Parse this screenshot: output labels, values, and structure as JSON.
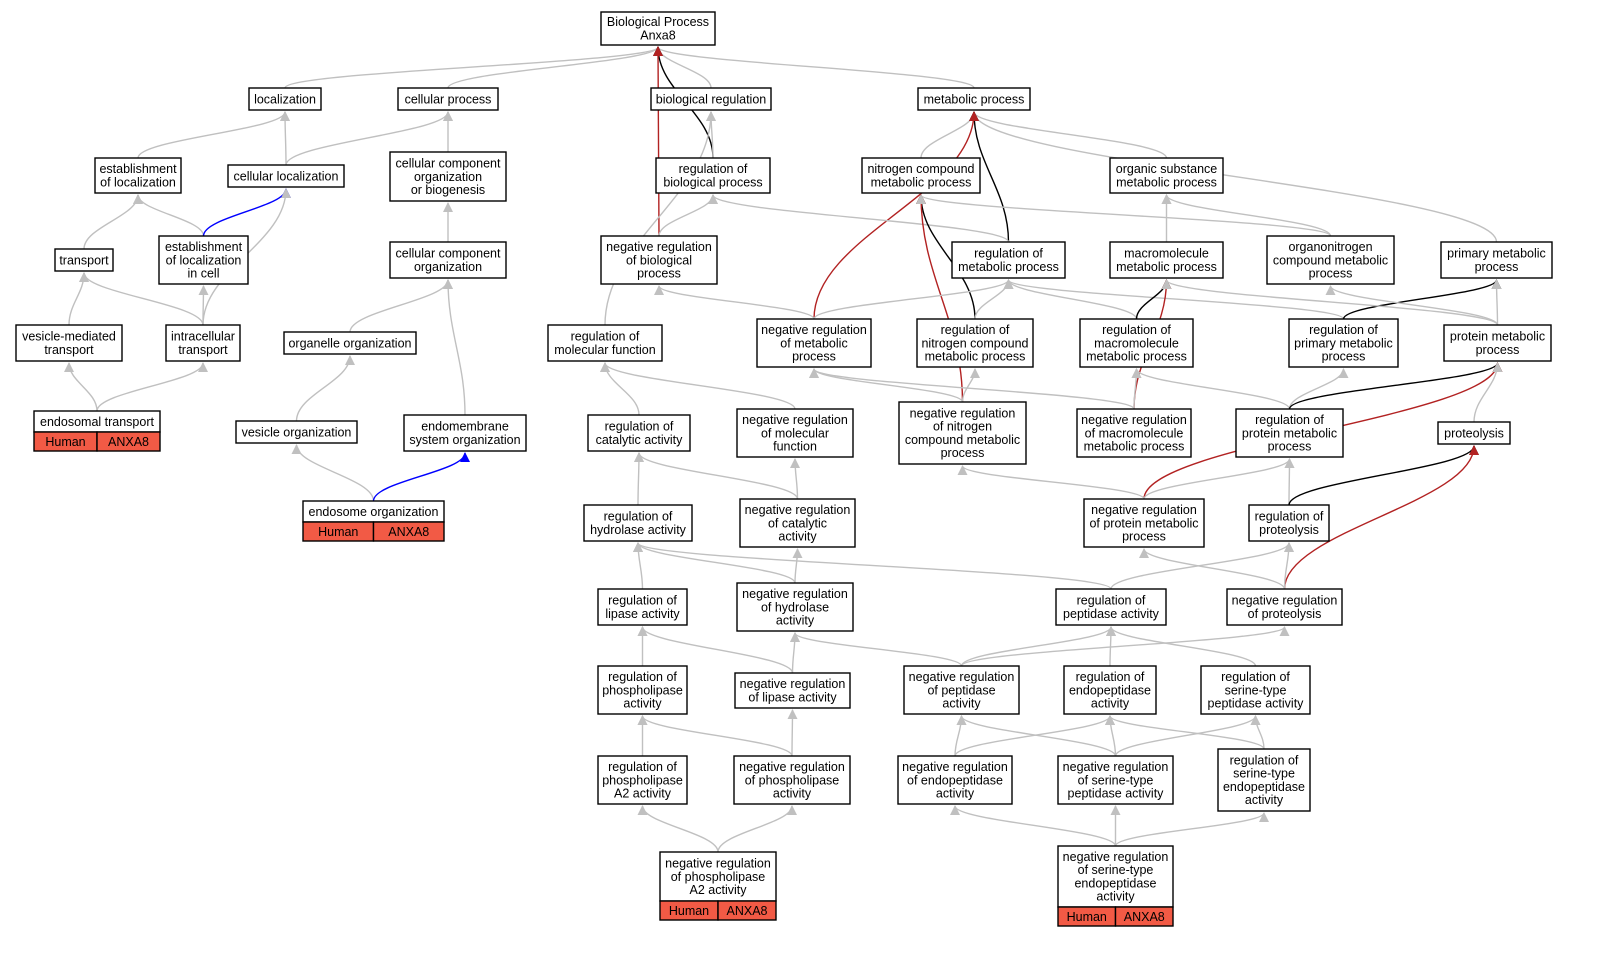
{
  "colors": {
    "gray": "#c0c0c0",
    "black": "#000000",
    "red": "#b22222",
    "blue": "#0000ff",
    "annotation": "#f25a45"
  },
  "nodes": {
    "root": [
      "Biological Process",
      "Anxa8"
    ],
    "loc": [
      "localization"
    ],
    "cp": [
      "cellular process"
    ],
    "br": [
      "biological regulation"
    ],
    "mp": [
      "metabolic process"
    ],
    "eol": [
      "establishment",
      "of localization"
    ],
    "cl": [
      "cellular localization"
    ],
    "ccob": [
      "cellular component",
      "organization",
      "or biogenesis"
    ],
    "rbp": [
      "regulation of",
      "biological process"
    ],
    "ncmp": [
      "nitrogen compound",
      "metabolic process"
    ],
    "osmp": [
      "organic substance",
      "metabolic process"
    ],
    "tr": [
      "transport"
    ],
    "eolc": [
      "establishment",
      "of localization",
      "in cell"
    ],
    "cco": [
      "cellular component",
      "organization"
    ],
    "nrbp": [
      "negative regulation",
      "of biological",
      "process"
    ],
    "rmp": [
      "regulation of",
      "metabolic process"
    ],
    "mmp": [
      "macromolecule",
      "metabolic process"
    ],
    "oncmp": [
      "organonitrogen",
      "compound metabolic",
      "process"
    ],
    "pmp": [
      "primary metabolic",
      "process"
    ],
    "vmt": [
      "vesicle-mediated",
      "transport"
    ],
    "it": [
      "intracellular",
      "transport"
    ],
    "oo": [
      "organelle organization"
    ],
    "rmf": [
      "regulation of",
      "molecular function"
    ],
    "nrmp": [
      "negative regulation",
      "of metabolic",
      "process"
    ],
    "rncmp": [
      "regulation of",
      "nitrogen compound",
      "metabolic process"
    ],
    "rmmp": [
      "regulation of",
      "macromolecule",
      "metabolic process"
    ],
    "rpmp": [
      "regulation of",
      "primary metabolic",
      "process"
    ],
    "prmp": [
      "protein metabolic",
      "process"
    ],
    "et": [
      "endosomal transport"
    ],
    "vo": [
      "vesicle organization"
    ],
    "eso": [
      "endomembrane",
      "system organization"
    ],
    "rca": [
      "regulation of",
      "catalytic activity"
    ],
    "nrmf": [
      "negative regulation",
      "of molecular",
      "function"
    ],
    "nrncmp": [
      "negative regulation",
      "of nitrogen",
      "compound metabolic",
      "process"
    ],
    "nrmmp": [
      "negative regulation",
      "of macromolecule",
      "metabolic process"
    ],
    "rprmp": [
      "regulation of",
      "protein metabolic",
      "process"
    ],
    "prot": [
      "proteolysis"
    ],
    "eo": [
      "endosome organization"
    ],
    "rha": [
      "regulation of",
      "hydrolase activity"
    ],
    "nrca": [
      "negative regulation",
      "of catalytic",
      "activity"
    ],
    "nrprmp": [
      "negative regulation",
      "of protein metabolic",
      "process"
    ],
    "rprot": [
      "regulation of",
      "proteolysis"
    ],
    "rla": [
      "regulation of",
      "lipase activity"
    ],
    "nrha": [
      "negative regulation",
      "of hydrolase",
      "activity"
    ],
    "rpa": [
      "regulation of",
      "peptidase activity"
    ],
    "nrprot": [
      "negative regulation",
      "of proteolysis"
    ],
    "rpla": [
      "regulation of",
      "phospholipase",
      "activity"
    ],
    "nrla": [
      "negative regulation",
      "of lipase activity"
    ],
    "nrpa": [
      "negative regulation",
      "of peptidase",
      "activity"
    ],
    "rea": [
      "regulation of",
      "endopeptidase",
      "activity"
    ],
    "rstpa": [
      "regulation of",
      "serine-type",
      "peptidase activity"
    ],
    "rpla2": [
      "regulation of",
      "phospholipase",
      "A2 activity"
    ],
    "nrpla": [
      "negative regulation",
      "of phospholipase",
      "activity"
    ],
    "nrea": [
      "negative regulation",
      "of endopeptidase",
      "activity"
    ],
    "nrstpa": [
      "negative regulation",
      "of serine-type",
      "peptidase activity"
    ],
    "rstea": [
      "regulation of",
      "serine-type",
      "endopeptidase",
      "activity"
    ],
    "nrpla2": [
      "negative regulation",
      "of phospholipase",
      "A2 activity"
    ],
    "nrstea": [
      "negative regulation",
      "of serine-type",
      "endopeptidase",
      "activity"
    ]
  },
  "annotations": {
    "et": {
      "species": "Human",
      "gene": "ANXA8"
    },
    "eo": {
      "species": "Human",
      "gene": "ANXA8"
    },
    "nrpla2": {
      "species": "Human",
      "gene": "ANXA8"
    },
    "nrstea": {
      "species": "Human",
      "gene": "ANXA8"
    }
  },
  "edges": [
    [
      "loc",
      "root",
      "gray"
    ],
    [
      "cp",
      "root",
      "gray"
    ],
    [
      "br",
      "root",
      "gray"
    ],
    [
      "mp",
      "root",
      "gray"
    ],
    [
      "rbp",
      "root",
      "black"
    ],
    [
      "nrbp",
      "root",
      "red"
    ],
    [
      "eol",
      "loc",
      "gray"
    ],
    [
      "cl",
      "loc",
      "gray"
    ],
    [
      "cl",
      "cp",
      "gray"
    ],
    [
      "ccob",
      "cp",
      "gray"
    ],
    [
      "rbp",
      "br",
      "gray"
    ],
    [
      "rmf",
      "br",
      "gray"
    ],
    [
      "ncmp",
      "mp",
      "gray"
    ],
    [
      "osmp",
      "mp",
      "gray"
    ],
    [
      "pmp",
      "mp",
      "gray"
    ],
    [
      "rmp",
      "mp",
      "black"
    ],
    [
      "nrmp",
      "mp",
      "red"
    ],
    [
      "tr",
      "eol",
      "gray"
    ],
    [
      "eolc",
      "eol",
      "gray"
    ],
    [
      "eolc",
      "cl",
      "blue"
    ],
    [
      "it",
      "cl",
      "gray"
    ],
    [
      "cco",
      "ccob",
      "gray"
    ],
    [
      "nrbp",
      "rbp",
      "gray"
    ],
    [
      "rmp",
      "rbp",
      "gray"
    ],
    [
      "rncmp",
      "ncmp",
      "black"
    ],
    [
      "nrncmp",
      "ncmp",
      "red"
    ],
    [
      "oncmp",
      "ncmp",
      "gray"
    ],
    [
      "mmp",
      "osmp",
      "gray"
    ],
    [
      "oncmp",
      "osmp",
      "gray"
    ],
    [
      "vmt",
      "tr",
      "gray"
    ],
    [
      "it",
      "tr",
      "gray"
    ],
    [
      "it",
      "eolc",
      "gray"
    ],
    [
      "oo",
      "cco",
      "gray"
    ],
    [
      "eso",
      "cco",
      "gray"
    ],
    [
      "nrmp",
      "nrbp",
      "gray"
    ],
    [
      "nrmp",
      "rmp",
      "gray"
    ],
    [
      "rncmp",
      "rmp",
      "gray"
    ],
    [
      "rmmp",
      "rmp",
      "gray"
    ],
    [
      "rpmp",
      "rmp",
      "gray"
    ],
    [
      "rmmp",
      "mmp",
      "black"
    ],
    [
      "nrmmp",
      "mmp",
      "red"
    ],
    [
      "rpmp",
      "pmp",
      "black"
    ],
    [
      "prmp",
      "pmp",
      "gray"
    ],
    [
      "prmp",
      "mmp",
      "gray"
    ],
    [
      "prmp",
      "oncmp",
      "gray"
    ],
    [
      "et",
      "vmt",
      "gray"
    ],
    [
      "et",
      "it",
      "gray"
    ],
    [
      "vo",
      "oo",
      "gray"
    ],
    [
      "rca",
      "rmf",
      "gray"
    ],
    [
      "nrmf",
      "rmf",
      "gray"
    ],
    [
      "nrncmp",
      "nrmp",
      "gray"
    ],
    [
      "nrmmp",
      "nrmp",
      "gray"
    ],
    [
      "nrncmp",
      "rncmp",
      "gray"
    ],
    [
      "nrmmp",
      "rmmp",
      "gray"
    ],
    [
      "rprmp",
      "rmmp",
      "gray"
    ],
    [
      "rprmp",
      "rpmp",
      "gray"
    ],
    [
      "rprmp",
      "prmp",
      "black"
    ],
    [
      "nrprmp",
      "prmp",
      "red"
    ],
    [
      "eo",
      "vo",
      "gray"
    ],
    [
      "eo",
      "eso",
      "blue"
    ],
    [
      "rha",
      "rca",
      "gray"
    ],
    [
      "nrca",
      "rca",
      "gray"
    ],
    [
      "nrca",
      "nrmf",
      "gray"
    ],
    [
      "nrprmp",
      "nrncmp",
      "gray"
    ],
    [
      "nrprmp",
      "rprmp",
      "gray"
    ],
    [
      "rprot",
      "rprmp",
      "gray"
    ],
    [
      "prot",
      "prmp",
      "gray"
    ],
    [
      "rprot",
      "prot",
      "black"
    ],
    [
      "nrprot",
      "prot",
      "red"
    ],
    [
      "rla",
      "rha",
      "gray"
    ],
    [
      "nrha",
      "rha",
      "gray"
    ],
    [
      "rpa",
      "rha",
      "gray"
    ],
    [
      "nrha",
      "nrca",
      "gray"
    ],
    [
      "nrprot",
      "nrprmp",
      "gray"
    ],
    [
      "rpa",
      "rprot",
      "gray"
    ],
    [
      "nrprot",
      "rprot",
      "gray"
    ],
    [
      "rpla",
      "rla",
      "gray"
    ],
    [
      "nrla",
      "rla",
      "gray"
    ],
    [
      "nrla",
      "nrha",
      "gray"
    ],
    [
      "nrpa",
      "nrha",
      "gray"
    ],
    [
      "nrpa",
      "rpa",
      "gray"
    ],
    [
      "rea",
      "rpa",
      "gray"
    ],
    [
      "rstpa",
      "rpa",
      "gray"
    ],
    [
      "nrpa",
      "nrprot",
      "gray"
    ],
    [
      "rpla2",
      "rpla",
      "gray"
    ],
    [
      "nrpla",
      "rpla",
      "gray"
    ],
    [
      "nrpla",
      "nrla",
      "gray"
    ],
    [
      "nrea",
      "nrpa",
      "gray"
    ],
    [
      "nrea",
      "rea",
      "gray"
    ],
    [
      "nrstpa",
      "rea",
      "gray"
    ],
    [
      "nrstpa",
      "rstpa",
      "gray"
    ],
    [
      "nrstpa",
      "nrpa",
      "gray"
    ],
    [
      "rstea",
      "rea",
      "gray"
    ],
    [
      "rstea",
      "rstpa",
      "gray"
    ],
    [
      "nrpla2",
      "rpla2",
      "gray"
    ],
    [
      "nrpla2",
      "nrpla",
      "gray"
    ],
    [
      "nrstea",
      "nrea",
      "gray"
    ],
    [
      "nrstea",
      "nrstpa",
      "gray"
    ],
    [
      "nrstea",
      "rstea",
      "gray"
    ]
  ]
}
